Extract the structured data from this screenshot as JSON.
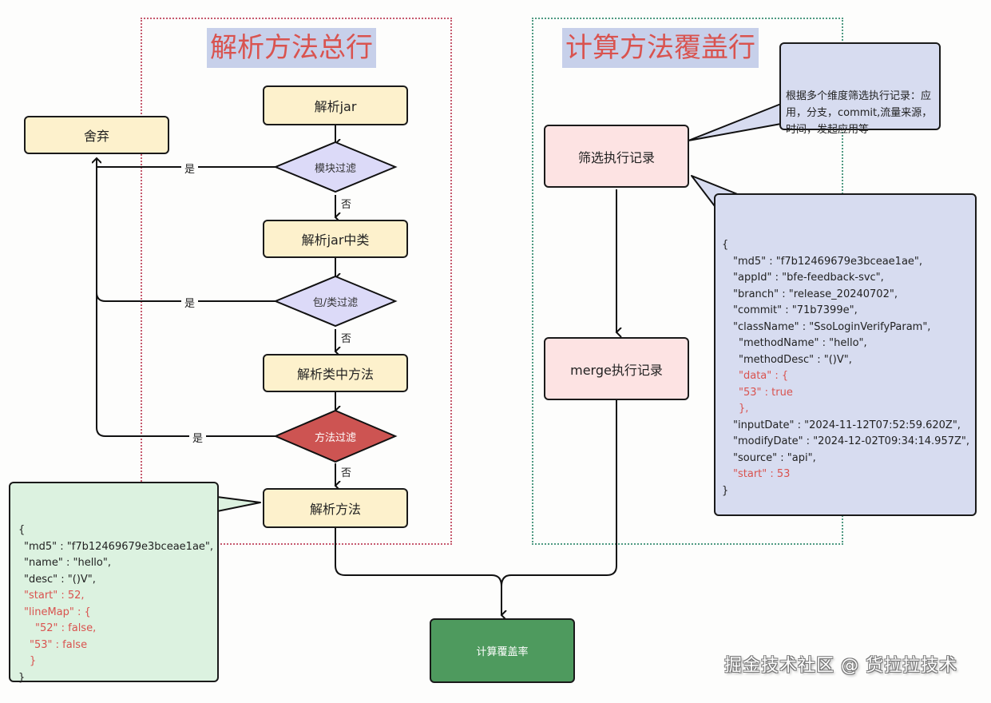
{
  "left_section": {
    "title": "解析方法总行",
    "discard_box": "舍弃",
    "steps": {
      "parse_jar": "解析jar",
      "module_filter": "模块过滤",
      "parse_jar_classes": "解析jar中类",
      "package_class_filter": "包/类过滤",
      "parse_class_methods": "解析类中方法",
      "method_filter": "方法过滤",
      "parse_method": "解析方法"
    },
    "yes_label": "是",
    "no_label": "否",
    "method_json_lines": [
      {
        "text": "{",
        "indent": 0,
        "highlight": false
      },
      {
        "text": "\"md5\" : \"f7b12469679e3bceae1ae\",",
        "indent": 1,
        "highlight": false
      },
      {
        "text": "\"name\" : \"hello\",",
        "indent": 1,
        "highlight": false
      },
      {
        "text": "\"desc\" : \"()V\",",
        "indent": 1,
        "highlight": false
      },
      {
        "text": "\"start\" : 52,",
        "indent": 1,
        "highlight": true
      },
      {
        "text": "\"lineMap\" : {",
        "indent": 1,
        "highlight": true
      },
      {
        "text": "\"52\" : false,",
        "indent": 3,
        "highlight": true
      },
      {
        "text": "\"53\" : false",
        "indent": 2,
        "highlight": true
      },
      {
        "text": "}",
        "indent": 2,
        "highlight": true
      },
      {
        "text": "}",
        "indent": 0,
        "highlight": false
      }
    ]
  },
  "right_section": {
    "title": "计算方法覆盖行",
    "filter_records": "筛选执行记录",
    "merge_records": "merge执行记录",
    "filter_note": "根据多个维度筛选执行记录：应用，分支，commit,流量来源，时间，发起应用等",
    "record_json_lines": [
      {
        "text": "{",
        "indent": 0,
        "highlight": false
      },
      {
        "text": "\"md5\" : \"f7b12469679e3bceae1ae\",",
        "indent": 2,
        "highlight": false
      },
      {
        "text": "\"appId\" : \"bfe-feedback-svc\",",
        "indent": 2,
        "highlight": false
      },
      {
        "text": "\"branch\" : \"release_20240702\",",
        "indent": 2,
        "highlight": false
      },
      {
        "text": "\"commit\" : \"71b7399e\",",
        "indent": 2,
        "highlight": false
      },
      {
        "text": "\"className\" : \"SsoLoginVerifyParam\",",
        "indent": 2,
        "highlight": false
      },
      {
        "text": "\"methodName\" : \"hello\",",
        "indent": 3,
        "highlight": false
      },
      {
        "text": "\"methodDesc\" : \"()V\",",
        "indent": 3,
        "highlight": false
      },
      {
        "text": "\"data\" : {",
        "indent": 3,
        "highlight": true
      },
      {
        "text": "\"53\" : true",
        "indent": 3,
        "highlight": true
      },
      {
        "text": "},",
        "indent": 3,
        "highlight": true
      },
      {
        "text": "\"inputDate\" : \"2024-11-12T07:52:59.620Z\",",
        "indent": 2,
        "highlight": false
      },
      {
        "text": "\"modifyDate\" : \"2024-12-02T09:34:14.957Z\",",
        "indent": 2,
        "highlight": false
      },
      {
        "text": "\"source\" : \"api\",",
        "indent": 2,
        "highlight": false
      },
      {
        "text": "\"start\" : 53",
        "indent": 2,
        "highlight": true
      },
      {
        "text": "}",
        "indent": 0,
        "highlight": false
      }
    ]
  },
  "result_box": "计算覆盖率",
  "footer_watermark": "掘金技术社区 @ 货拉拉技术",
  "colors": {
    "title_red": "#d9534f",
    "title_bg": "#c7d0ea",
    "process_yellow": "#fdf1cc",
    "process_pink": "#fde3e3",
    "decision_lavender": "#dcdaf8",
    "decision_red": "#cd5452",
    "result_green": "#4e9a5e",
    "callout_blue": "#d7dcf0",
    "callout_green": "#dcf2e0"
  }
}
